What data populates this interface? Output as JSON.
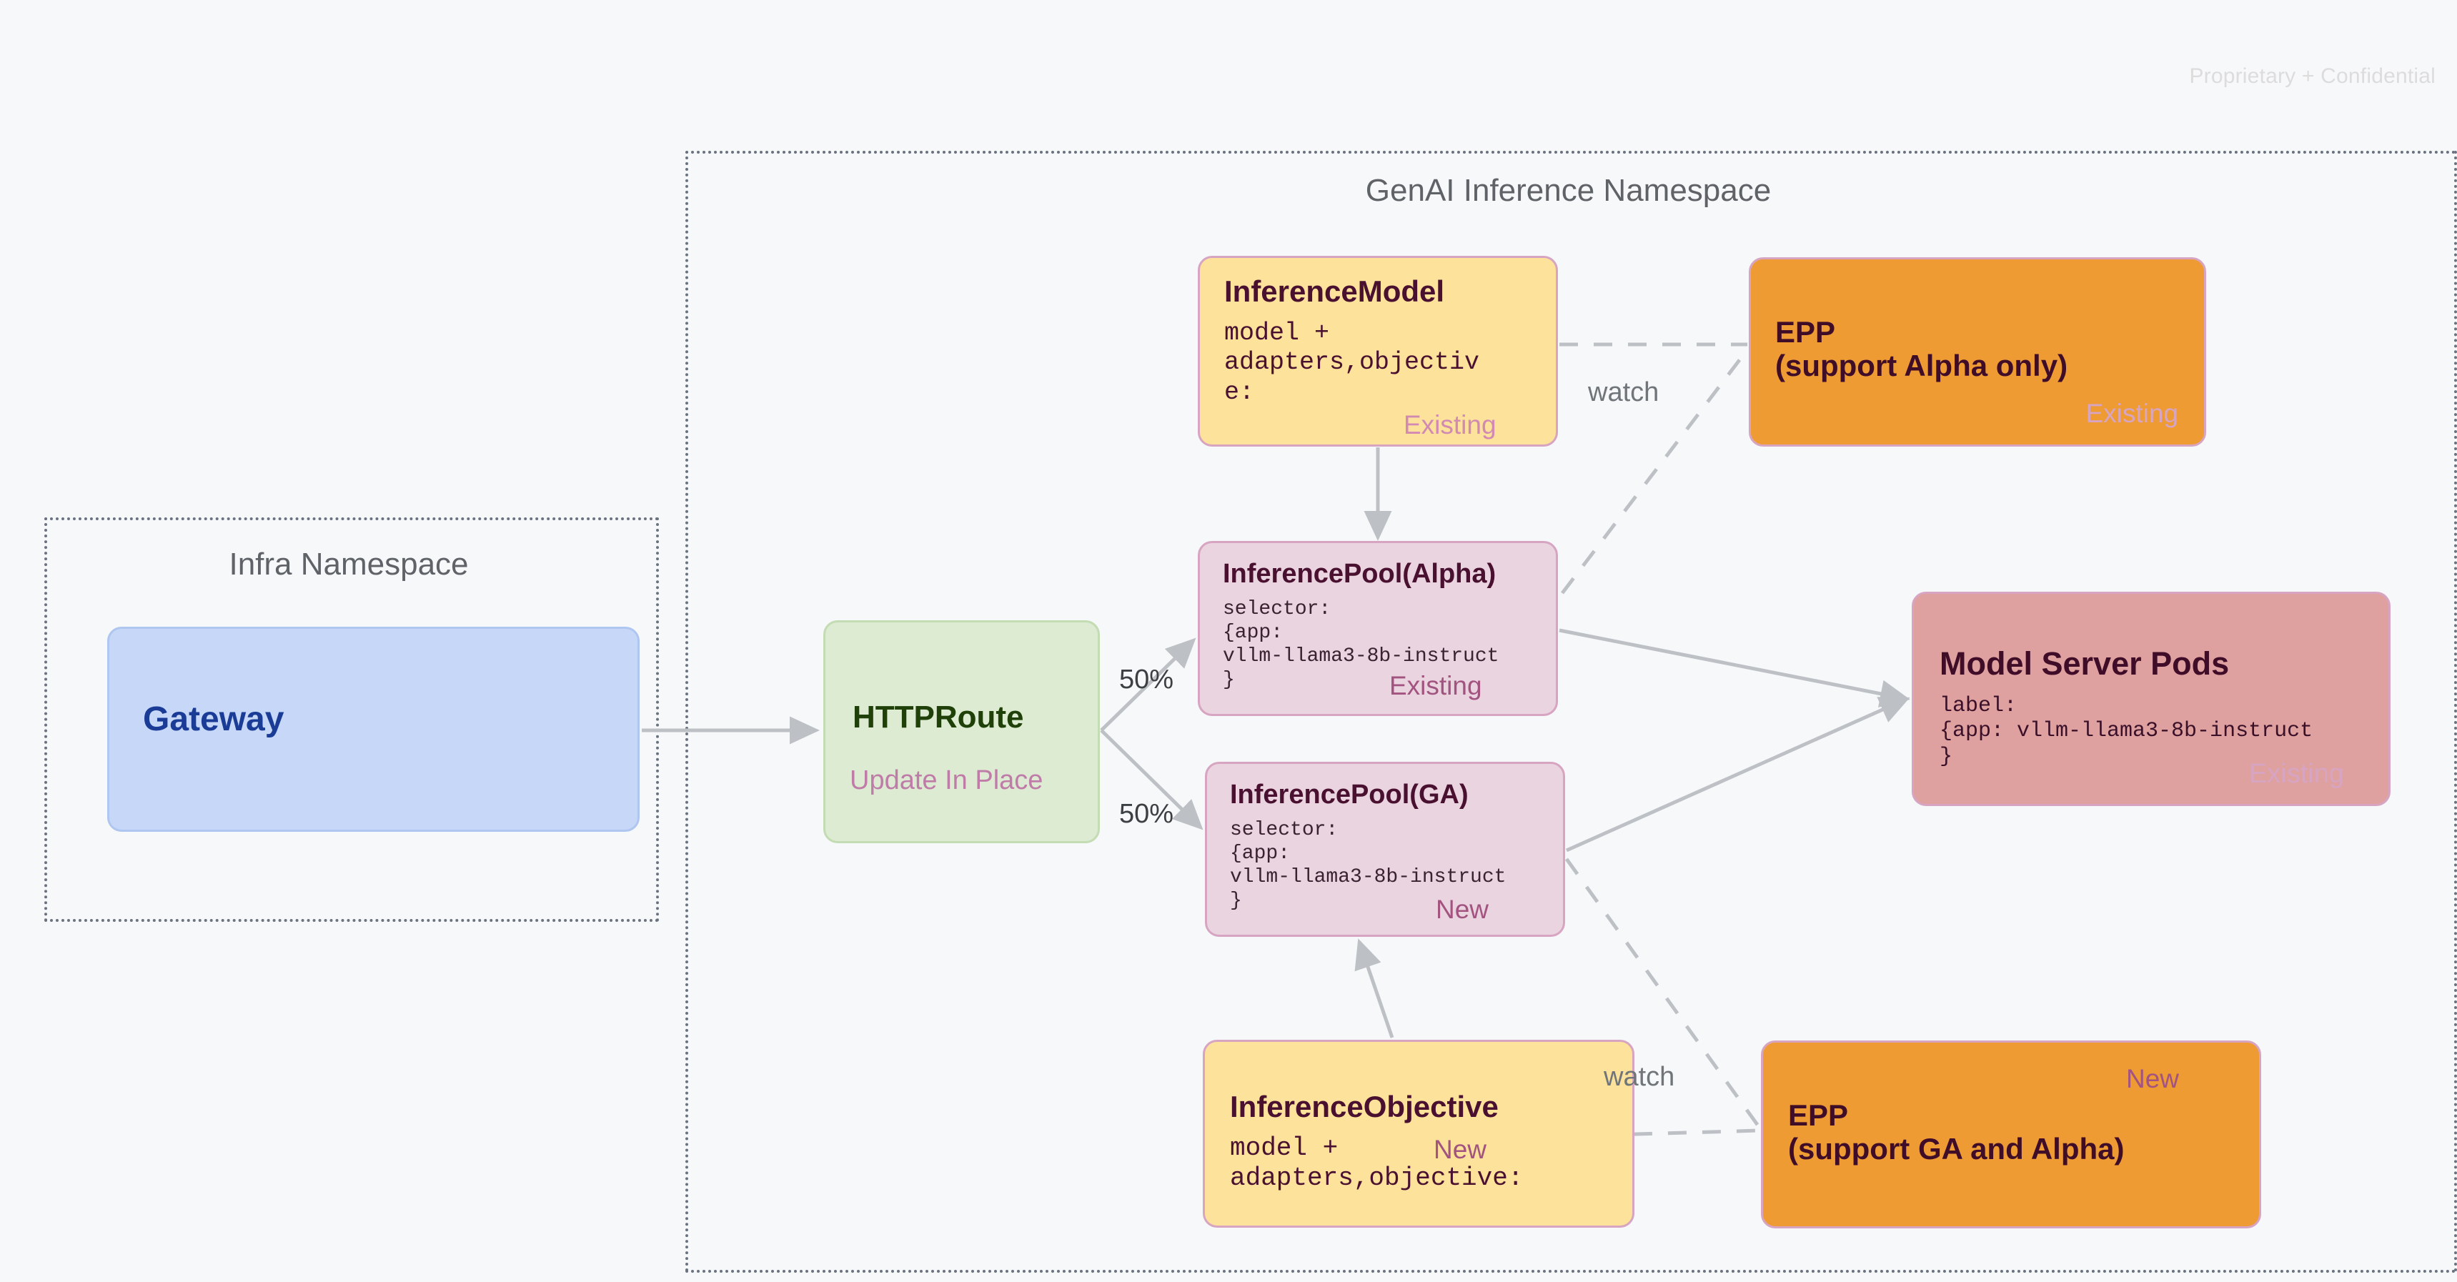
{
  "watermark": "Proprietary + Confidential",
  "namespaces": {
    "genai": {
      "title": "GenAI Inference Namespace"
    },
    "infra": {
      "title": "Infra Namespace"
    }
  },
  "nodes": {
    "gateway": {
      "title": "Gateway"
    },
    "httproute": {
      "title": "HTTPRoute",
      "tag": "Update In Place"
    },
    "inference_model": {
      "title": "InferenceModel",
      "body": "model +\nadapters,objectiv\ne:",
      "tag": "Existing"
    },
    "epp_alpha": {
      "title": "EPP\n(support Alpha only)",
      "tag": "Existing"
    },
    "pool_alpha": {
      "title": "InferencePool(Alpha)",
      "body": "selector:\n{app:\nvllm-llama3-8b-instruct\n}",
      "tag": "Existing"
    },
    "pool_ga": {
      "title": "InferencePool(GA)",
      "body": "selector:\n{app:\nvllm-llama3-8b-instruct\n}",
      "tag": "New"
    },
    "model_server_pods": {
      "title": "Model Server Pods",
      "body": "label:\n{app: vllm-llama3-8b-instruct\n}",
      "tag": "Existing"
    },
    "inference_objective": {
      "title": "InferenceObjective",
      "body": "model +\nadapters,objective:",
      "tag": "New"
    },
    "epp_ga": {
      "title": "EPP\n(support GA and Alpha)",
      "tag": "New"
    }
  },
  "edges": {
    "split_top": "50%",
    "split_bottom": "50%",
    "watch_top": "watch",
    "watch_bottom": "watch"
  },
  "colors": {
    "canvas": "#F7F8FA",
    "gateway_fill": "#C6D7F7",
    "gateway_text": "#1A3C96",
    "httproute_fill": "#DCEBD1",
    "httproute_text": "#1F4009",
    "yellow_fill": "#FCE29A",
    "pool_fill": "#E9D4E0",
    "epp_fill": "#EE9B33",
    "pods_fill": "#DFA0A0",
    "node_border": "#D7A5C2",
    "tag_new": "#A3537F",
    "tag_existing": "#D7A5C2",
    "dark_text": "#4A1030",
    "connector": "#BDC1C6",
    "namespace_border": "#6B7280",
    "namespace_title": "#5F6368"
  }
}
